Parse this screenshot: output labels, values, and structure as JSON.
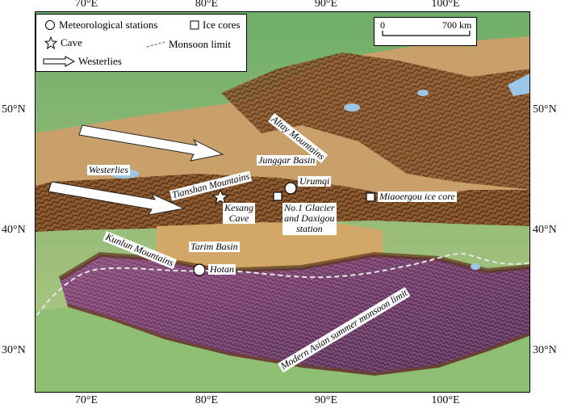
{
  "axes": {
    "top": [
      "70°E",
      "80°E",
      "90°E",
      "100°E"
    ],
    "bottom": [
      "70°E",
      "80°E",
      "90°E",
      "100°E"
    ],
    "left": [
      "50°N",
      "40°N",
      "30°N"
    ],
    "right": [
      "50°N",
      "40°N",
      "30°N"
    ]
  },
  "legend": {
    "stations": "Meteorological stations",
    "ice_cores": "Ice cores",
    "cave": "Cave",
    "monsoon": "Monsoon limit",
    "westerlies": "Westerlies"
  },
  "scale": {
    "zero": "0",
    "distance": "700 km"
  },
  "labels": {
    "altay": "Altay Mountains",
    "junggar": "Junggar Basin",
    "westerlies": "Westerlies",
    "tianshan": "Tianshan Mountains",
    "urumqi": "Urumqi",
    "miaoergou": "Miaoergou ice core",
    "kesang_1": "Kesang",
    "kesang_2": "Cave",
    "glacier_1": "No.1 Glacier",
    "glacier_2": "and Daxigou",
    "glacier_3": "station",
    "tarim": "Tarim Basin",
    "kunlun": "Kunlun Mountains",
    "hotan": "Hotan",
    "monsoon_limit": "Modern Asian summer monsoon limit"
  },
  "colors": {
    "lowland_green": "#6fae6a",
    "desert": "#c99a5c",
    "mountain_brown": "#6b4324",
    "plateau_purple": "#7a3a6a",
    "lake": "#9cc6e6",
    "sea": "#8fc3dd"
  }
}
